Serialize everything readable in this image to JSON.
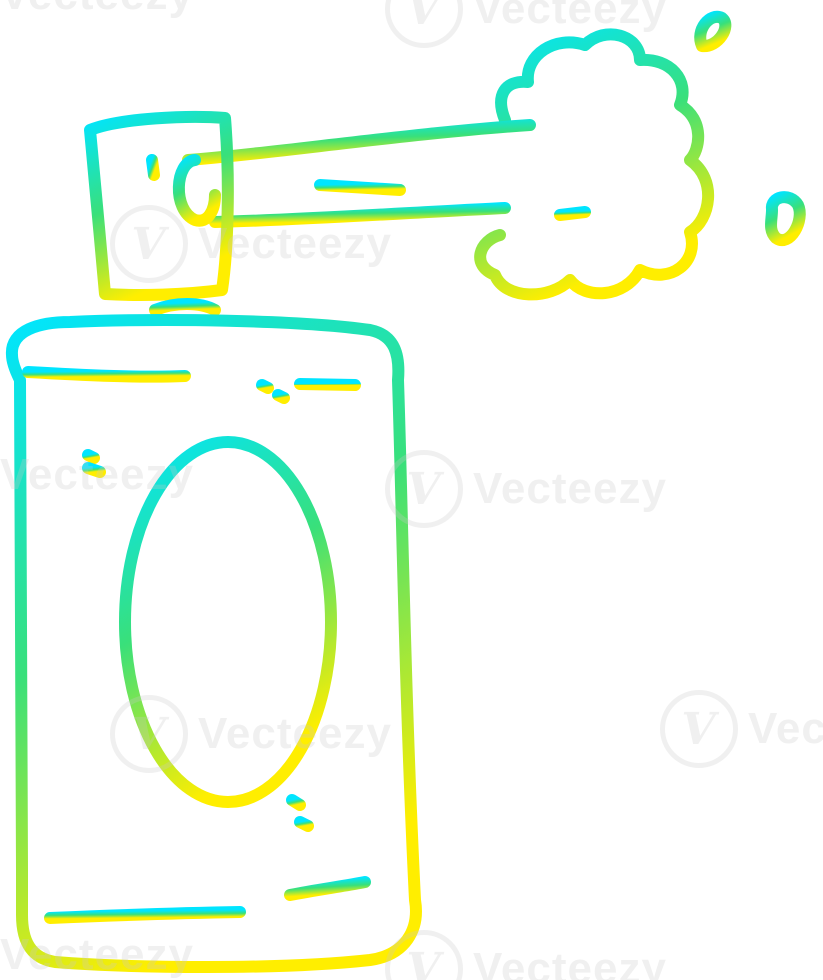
{
  "illustration": {
    "subject": "cartoon aerosol spray can spraying a puff",
    "gradient_colors": {
      "top": "#00e5ff",
      "middle": "#39e07a",
      "bottom": "#ffee00"
    },
    "background": "#ffffff"
  },
  "watermark": {
    "text": "Vecteezy",
    "logo_glyph": "V"
  }
}
